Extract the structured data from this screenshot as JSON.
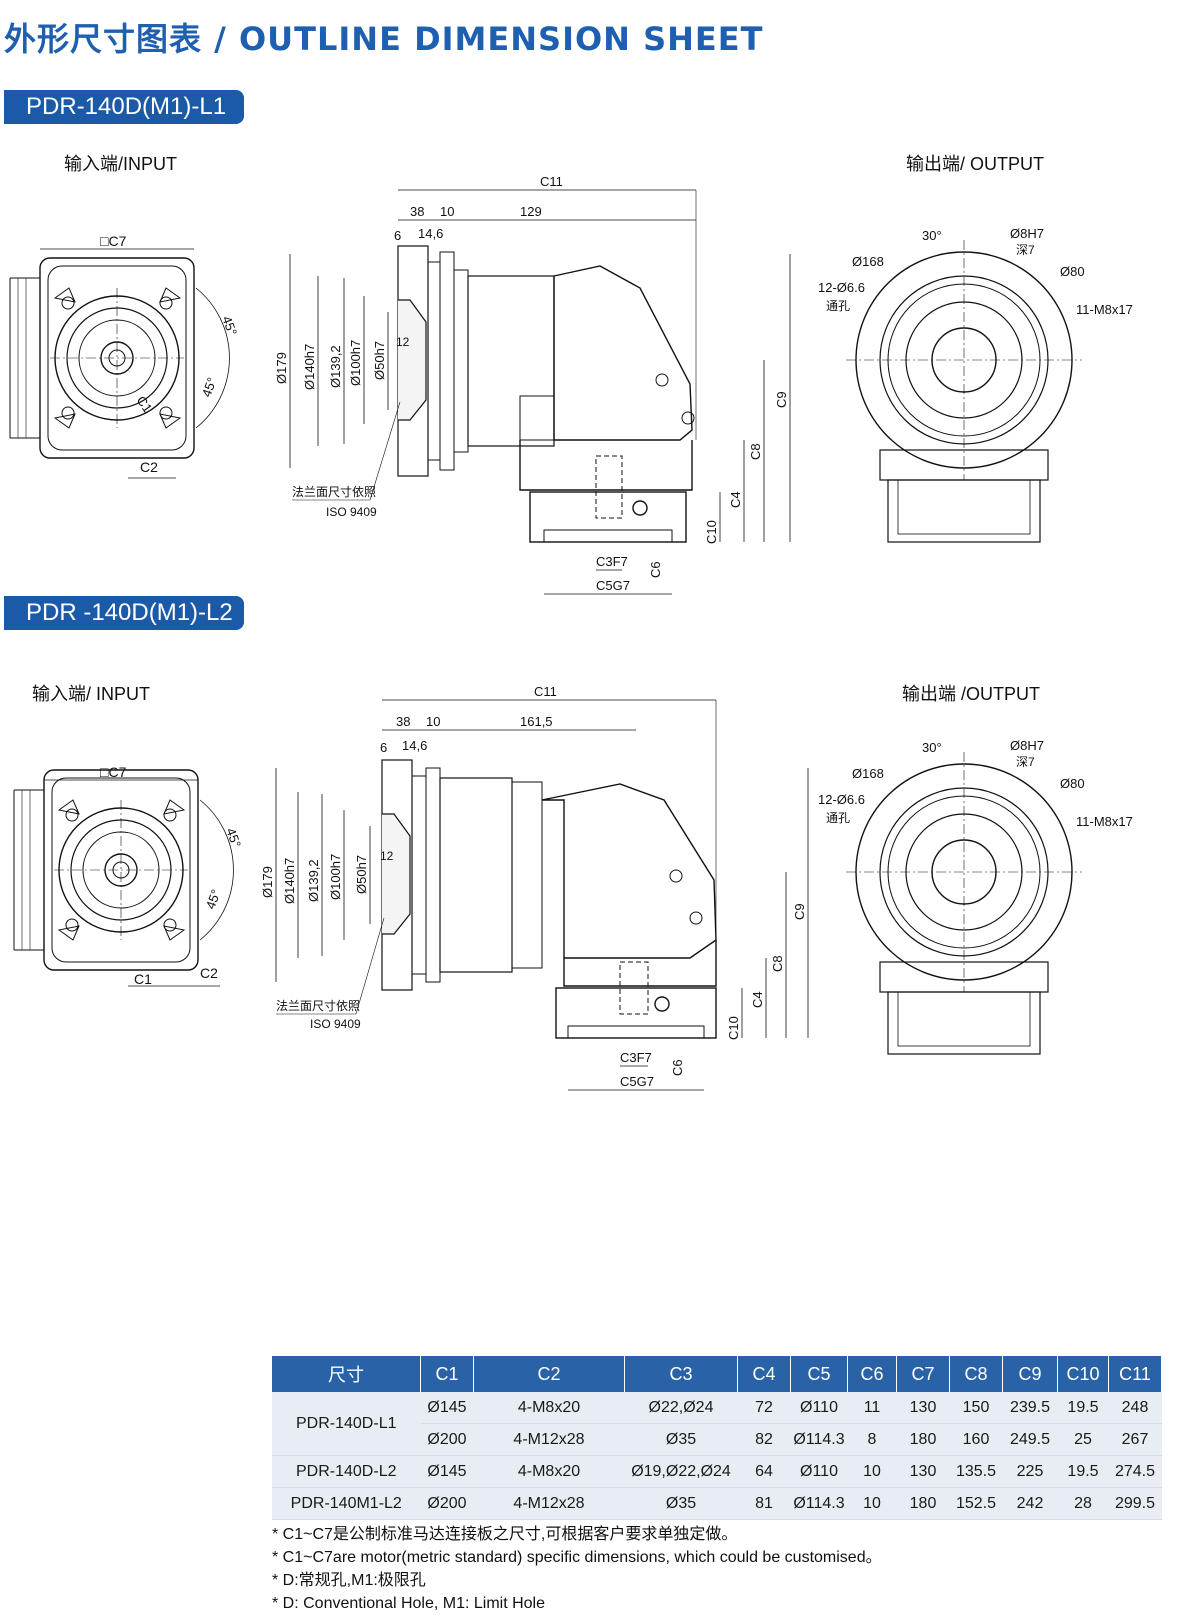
{
  "header": {
    "title": "外形尺寸图表 / OUTLINE DIMENSION SHEET"
  },
  "sections": [
    {
      "model": "PDR-140D(M1)-L1",
      "input_label": "输入端/INPUT",
      "output_label": "输出端/ OUTPUT",
      "input_dims": [
        "□C7",
        "45°",
        "45°",
        "C1",
        "C2"
      ],
      "side_dims": [
        "C11",
        "38",
        "10",
        "129",
        "6",
        "14,6",
        "Ø179",
        "Ø140h7",
        "Ø139,2",
        "Ø100h7",
        "Ø50h7",
        "12",
        "C9",
        "C8",
        "C4",
        "C10",
        "C3F7",
        "C6",
        "C5G7"
      ],
      "flange_note": [
        "法兰面尺寸依照",
        "ISO 9409"
      ],
      "output_dims": [
        "30°",
        "Ø8H7",
        "深7",
        "Ø168",
        "Ø80",
        "12-Ø6.6",
        "通孔",
        "11-M8x17"
      ]
    },
    {
      "model": "PDR -140D(M1)-L2",
      "input_label": "输入端/ INPUT",
      "output_label": "输出端 /OUTPUT",
      "input_dims": [
        "□C7",
        "45°",
        "45°",
        "C1",
        "C2"
      ],
      "side_dims": [
        "C11",
        "38",
        "10",
        "161,5",
        "6",
        "14,6",
        "Ø179",
        "Ø140h7",
        "Ø139,2",
        "Ø100h7",
        "Ø50h7",
        "12",
        "C9",
        "C8",
        "C4",
        "C10",
        "C3F7",
        "C6",
        "C5G7"
      ],
      "flange_note": [
        "法兰面尺寸依照",
        "ISO 9409"
      ],
      "output_dims": [
        "30°",
        "Ø8H7",
        "深7",
        "Ø168",
        "Ø80",
        "12-Ø6.6",
        "通孔",
        "11-M8x17"
      ]
    }
  ],
  "table": {
    "headers": [
      "尺寸",
      "C1",
      "C2",
      "C3",
      "C4",
      "C5",
      "C6",
      "C7",
      "C8",
      "C9",
      "C10",
      "C11"
    ],
    "rows": [
      {
        "model": "PDR-140D-L1",
        "cells": [
          "Ø145",
          "4-M8x20",
          "Ø22,Ø24",
          "72",
          "Ø110",
          "11",
          "130",
          "150",
          "239.5",
          "19.5",
          "248"
        ]
      },
      {
        "model": "",
        "cells": [
          "Ø200",
          "4-M12x28",
          "Ø35",
          "82",
          "Ø114.3",
          "8",
          "180",
          "160",
          "249.5",
          "25",
          "267"
        ]
      },
      {
        "model": "PDR-140D-L2",
        "cells": [
          "Ø145",
          "4-M8x20",
          "Ø19,Ø22,Ø24",
          "64",
          "Ø110",
          "10",
          "130",
          "135.5",
          "225",
          "19.5",
          "274.5"
        ]
      },
      {
        "model": "PDR-140M1-L2",
        "cells": [
          "Ø200",
          "4-M12x28",
          "Ø35",
          "81",
          "Ø114.3",
          "10",
          "180",
          "152.5",
          "242",
          "28",
          "299.5"
        ]
      }
    ]
  },
  "notes": [
    "* C1~C7是公制标准马达连接板之尺寸,可根据客户要求单独定做。",
    "* C1~C7are motor(metric standard)  specific dimensions, which could be customised。",
    "* D:常规孔,M1:极限孔",
    "* D: Conventional Hole, M1: Limit Hole"
  ]
}
